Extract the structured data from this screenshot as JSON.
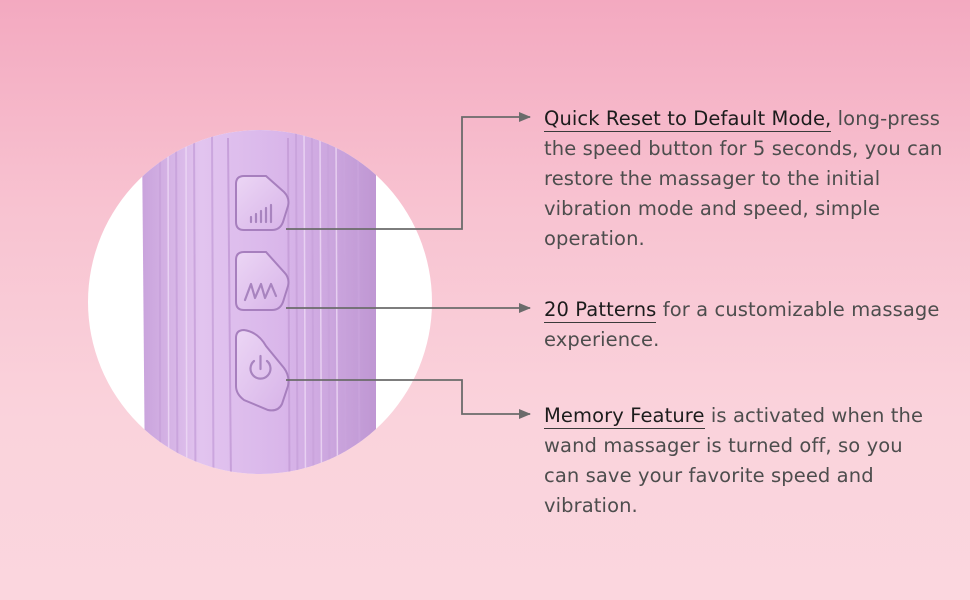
{
  "features": [
    {
      "title": "Quick Reset to Default Mode,",
      "body": " long-press the speed button for 5 seconds, you can restore the massager to the initial vibration mode and speed, simple operation."
    },
    {
      "title": "20 Patterns",
      "body": " for a customizable massage experience."
    },
    {
      "title": "Memory Feature",
      "body": " is activated when the wand massager is turned off, so you can save your favorite speed and vibration."
    }
  ],
  "icons": [
    "speed-bars-icon",
    "wave-pattern-icon",
    "power-icon"
  ],
  "colors": {
    "background_top": "#f3a9c0",
    "background_bottom": "#fbd6de",
    "circle": "#ffffff",
    "device": "#dcb7ea",
    "device_shadow": "#c39bd6",
    "button": "#e3c4ef",
    "connector": "#6b6b6b",
    "title_text": "#1c1c1c",
    "body_text": "#4d4d4d"
  }
}
